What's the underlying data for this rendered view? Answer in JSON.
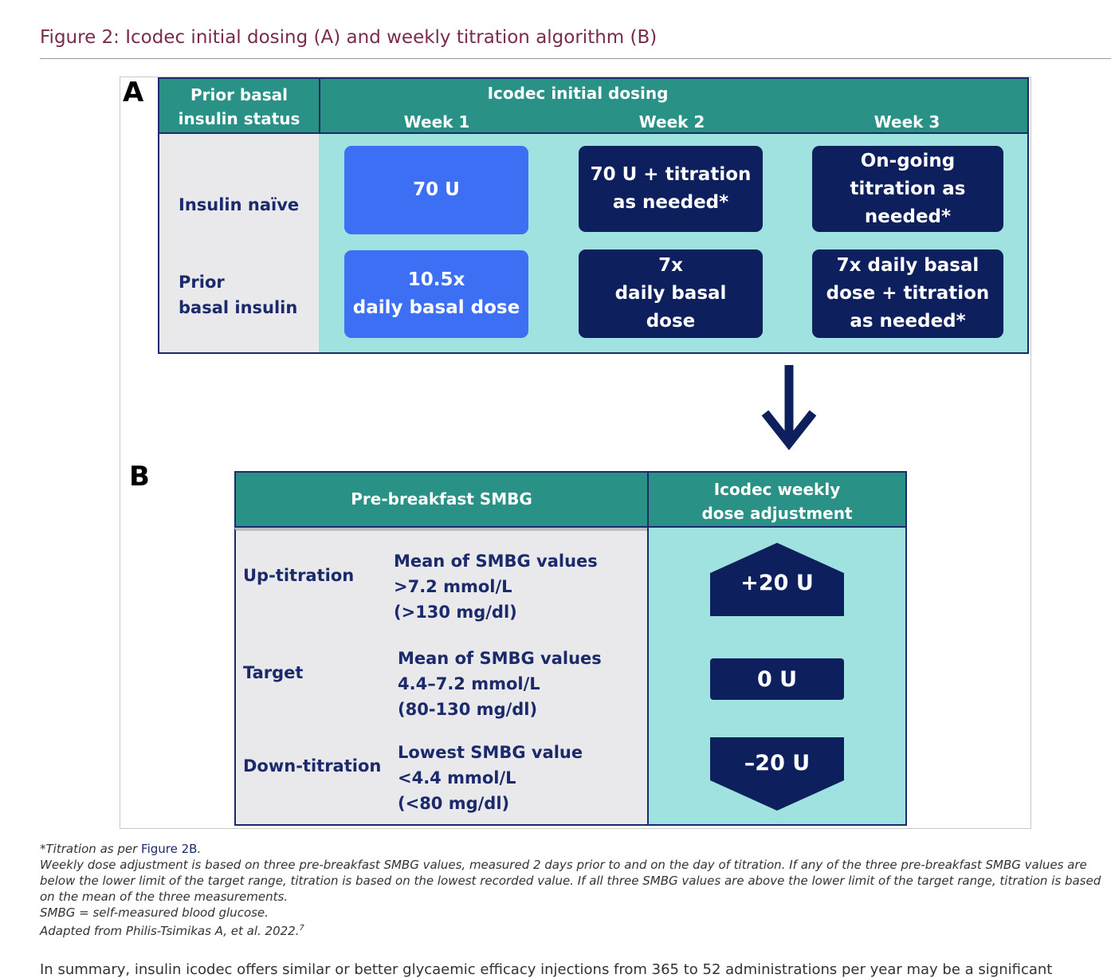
{
  "figure_title": "Figure 2: Icodec initial dosing (A) and weekly titration algorithm (B)",
  "panel_a": {
    "letter": "A",
    "status_header": "Prior basal\ninsulin status",
    "dosing_header": "Icodec initial dosing",
    "weeks": [
      "Week 1",
      "Week 2",
      "Week 3"
    ],
    "rows": [
      {
        "label": "Insulin naïve",
        "cells": [
          "70 U",
          "70 U + titration\nas needed*",
          "On-going\ntitration as\nneeded*"
        ]
      },
      {
        "label": "Prior\nbasal insulin",
        "cells": [
          "10.5x\ndaily basal dose",
          "7x\ndaily basal\ndose",
          "7x daily basal\ndose + titration\nas needed*"
        ]
      }
    ]
  },
  "panel_b": {
    "letter": "B",
    "smbg_header": "Pre-breakfast SMBG",
    "adjust_header": "Icodec weekly\ndose adjustment",
    "rows": [
      {
        "label": "Up-titration",
        "criteria": [
          "Mean of SMBG values",
          ">7.2 mmol/L",
          "(>130 mg/dl)"
        ],
        "adjustment": "+20 U"
      },
      {
        "label": "Target",
        "criteria": [
          "Mean of SMBG values",
          "4.4–7.2 mmol/L",
          "(80-130 mg/dl)"
        ],
        "adjustment": "0 U"
      },
      {
        "label": "Down-titration",
        "criteria": [
          "Lowest SMBG value",
          "<4.4 mmol/L",
          "(<80 mg/dl)"
        ],
        "adjustment": "–20 U"
      }
    ]
  },
  "footnotes": {
    "note1_prefix": "*Titration as per ",
    "note1_link": "Figure 2B",
    "note1_suffix": ".",
    "note2": "Weekly dose adjustment is based on three pre-breakfast SMBG values, measured 2 days prior to and on the day of titration. If any of the three pre-breakfast SMBG values are below the lower limit of the target range, titration is based on the lowest recorded value. If all three SMBG values are above the lower limit of the target range, titration is based on the mean of the three measurements.",
    "note3": "SMBG = self-measured blood glucose.",
    "note4": "Adapted from Philis-Tsimikas A, et al. 2022.",
    "note4_ref": "7"
  },
  "body_text": "In summary, insulin icodec offers similar or better glycaemic efficacy     injections from 365 to 52 administrations per year may be a significant",
  "colors": {
    "header_teal": "#2a9186",
    "light_teal": "#9fe2df",
    "grey_panel": "#e9e9ec",
    "bright_blue": "#3d6ff5",
    "navy": "#0e1f5e",
    "title_maroon": "#7a2a4f"
  }
}
